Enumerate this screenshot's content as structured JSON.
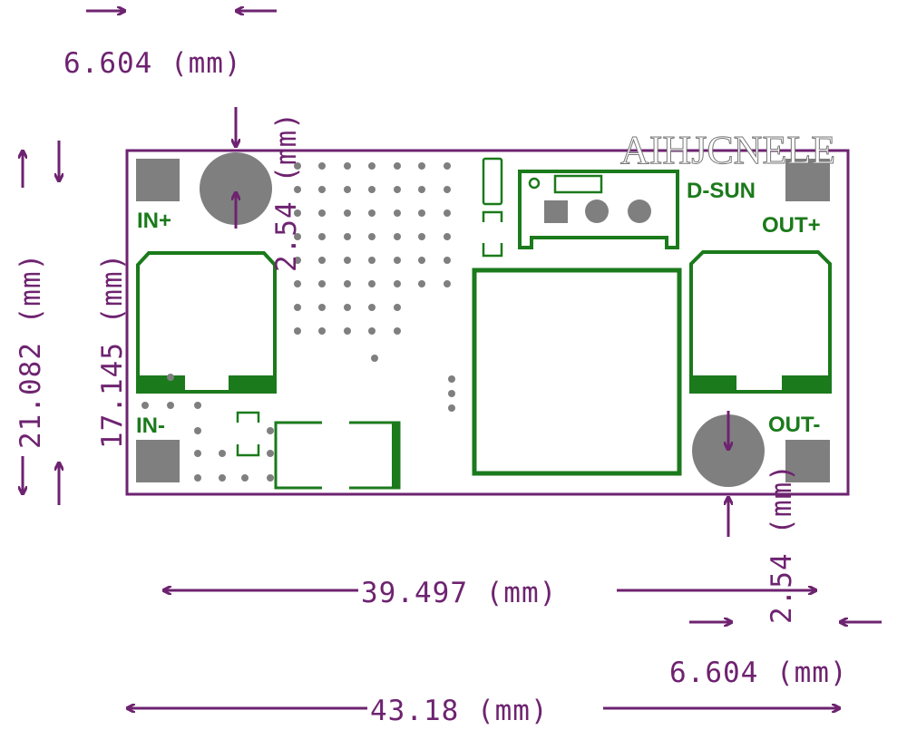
{
  "title_watermark": "AIHJCNELE",
  "board": {
    "brand": "D-SUN",
    "labels": {
      "in_plus": "IN+",
      "in_minus": "IN-",
      "out_plus": "OUT+",
      "out_minus": "OUT-"
    }
  },
  "dimensions": {
    "top_pad_offset": "6.604 (mm)",
    "top_hole_offset": "2.54 (mm)",
    "total_height": "21.082 (mm)",
    "hole_spacing_height": "17.145 (mm)",
    "bottom_hole_offset": "2.54 (mm)",
    "hole_spacing_width": "39.497 (mm)",
    "bottom_pad_offset": "6.604 (mm)",
    "total_width": "43.18 (mm)"
  },
  "colors": {
    "dimension": "#6e2370",
    "silkscreen": "#1b7a1b",
    "pad": "#7f7f7f"
  }
}
